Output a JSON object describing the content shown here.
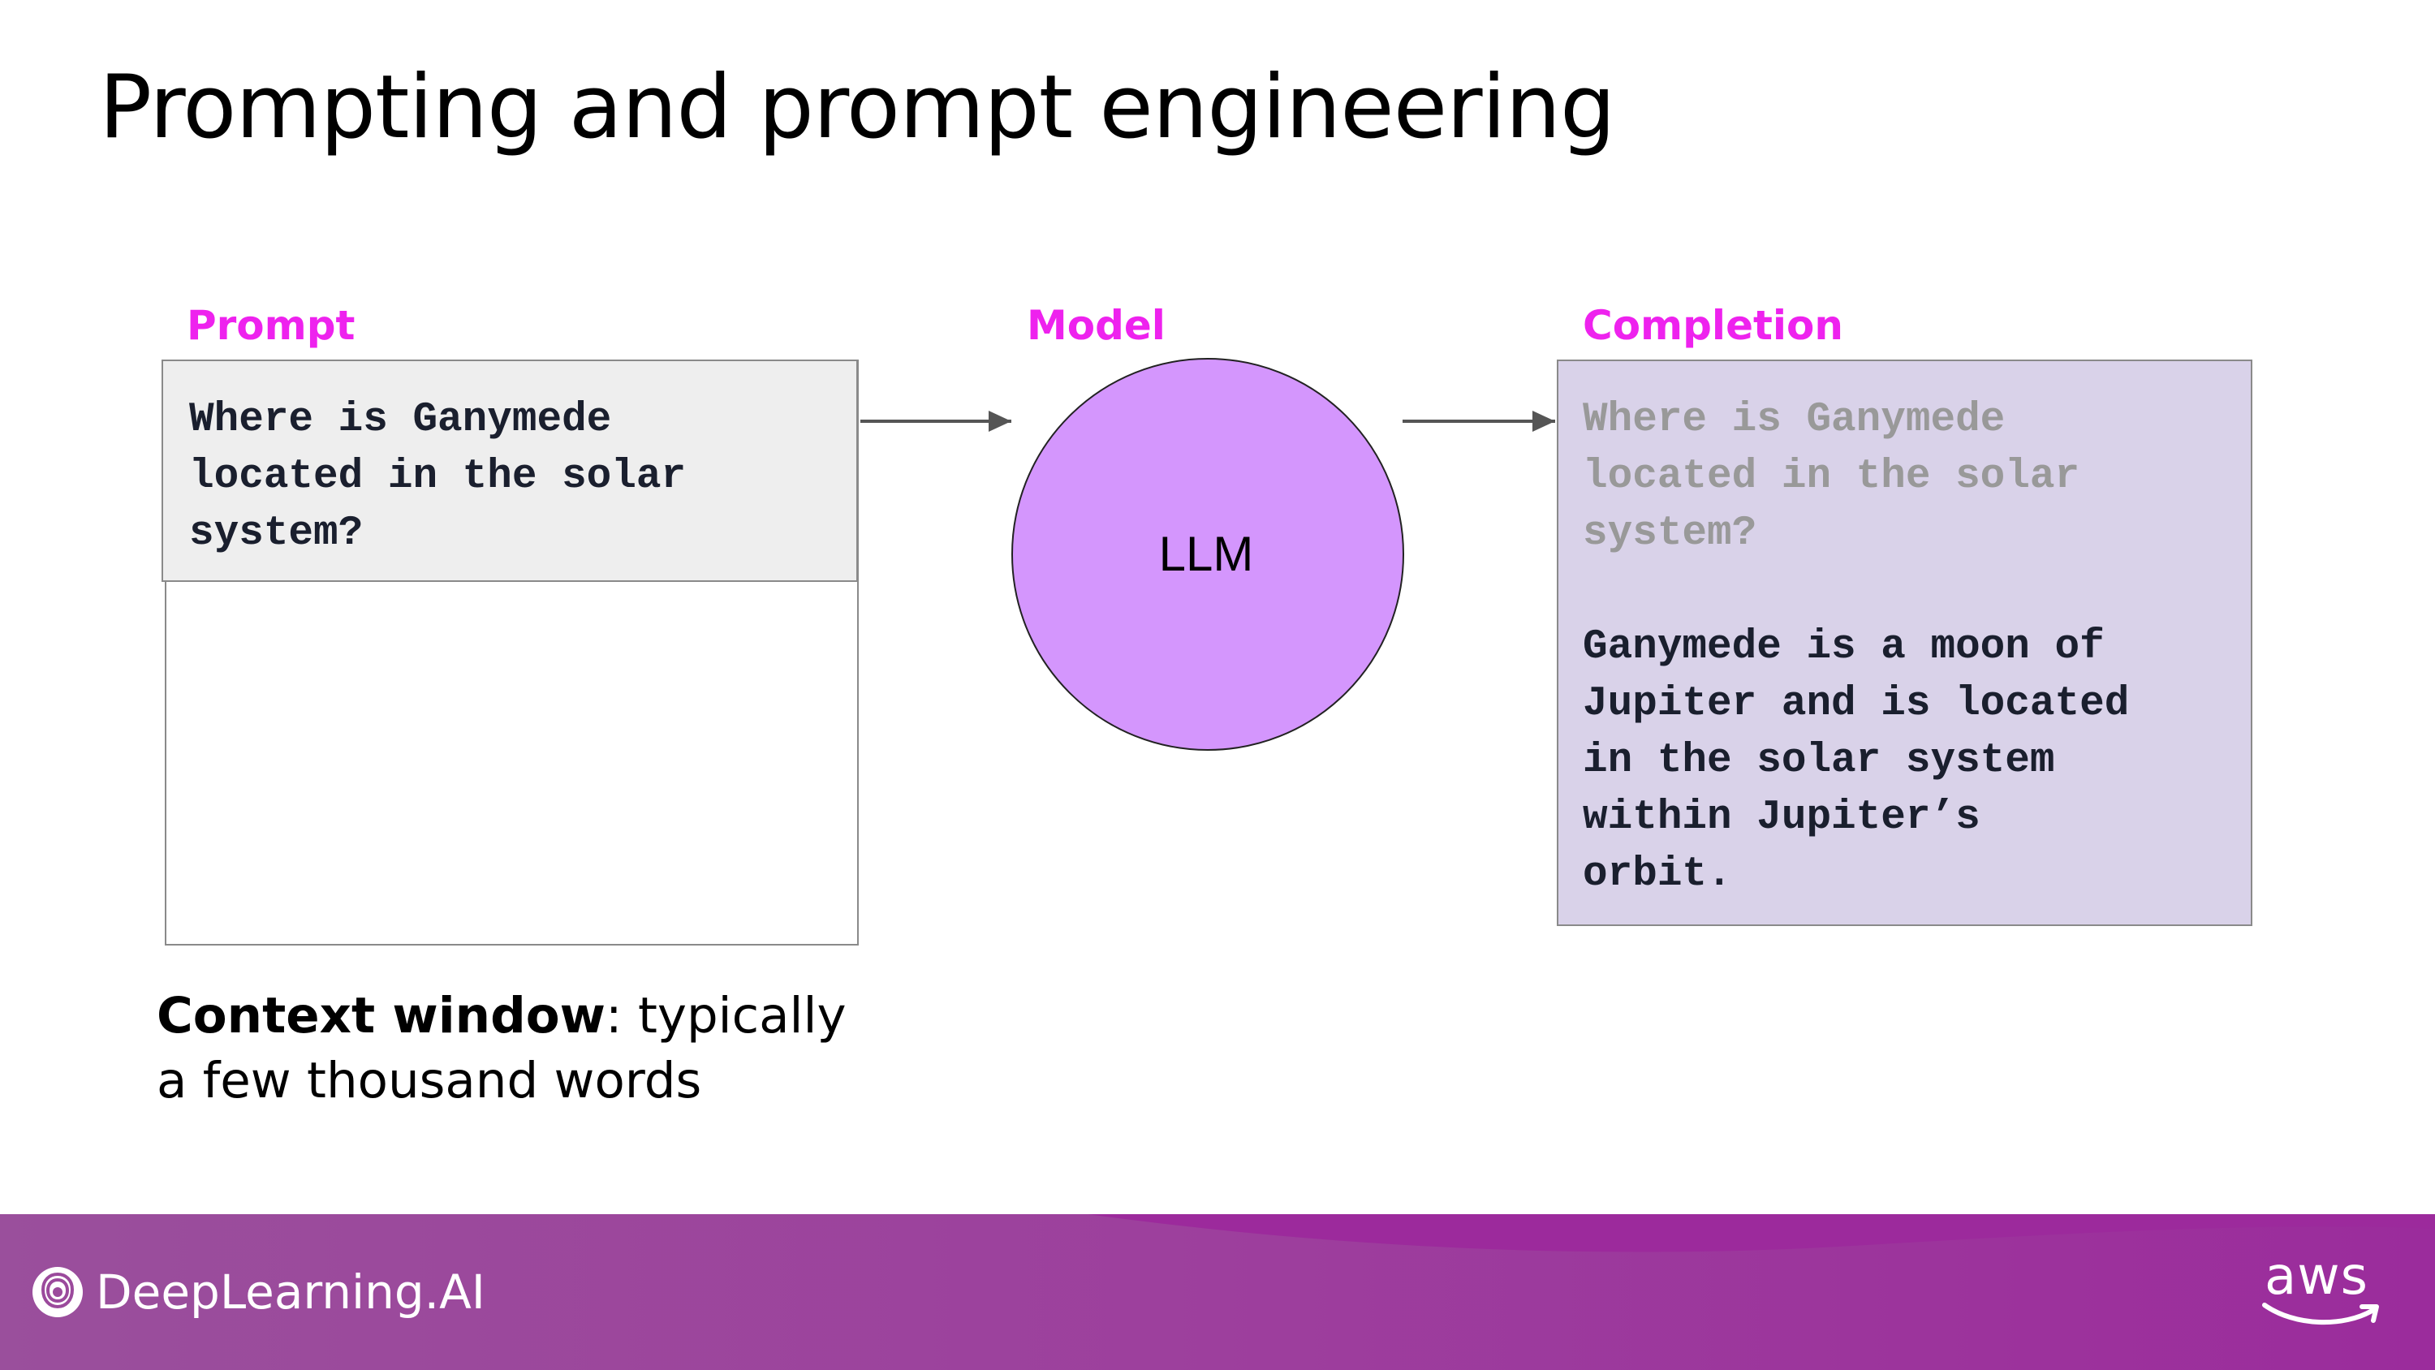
{
  "slide": {
    "title": "Prompting and prompt engineering"
  },
  "labels": {
    "prompt": "Prompt",
    "model": "Model",
    "completion": "Completion"
  },
  "prompt": {
    "text": "Where is Ganymede\nlocated in the solar\nsystem?"
  },
  "model": {
    "name": "LLM"
  },
  "completion": {
    "echo_text": "Where is Ganymede\nlocated in the solar\nsystem?",
    "answer_text": "Ganymede is a moon of\nJupiter and is located\nin the solar system\nwithin Jupiter’s\norbit."
  },
  "context_window": {
    "term": "Context window",
    "description": ": typically a few thousand words"
  },
  "footer": {
    "brand": "DeepLearning.AI",
    "partner": "aws"
  },
  "colors": {
    "label_accent": "#ee22ee",
    "model_fill": "#d496fd",
    "prompt_fill": "#eeeeee",
    "completion_fill": "#d9d2e9",
    "echo_text": "#999999",
    "footer": "#9d3f9d"
  },
  "icons": {
    "brand": "deeplearning-ai-logo-icon",
    "partner": "aws-smile-icon",
    "arrows": "arrow-right-icon"
  }
}
